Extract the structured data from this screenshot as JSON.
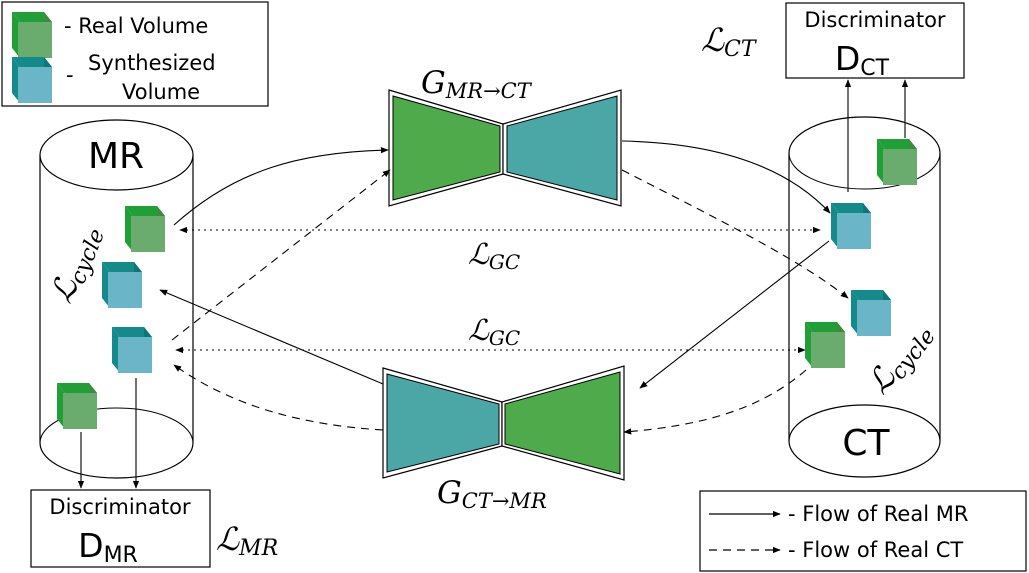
{
  "legend_volume": {
    "real_label": "- Real Volume",
    "synth_dash": "-",
    "synth_line1": "Synthesized",
    "synth_line2": "Volume"
  },
  "legend_flow": {
    "real_mr_label": "- Flow of Real MR",
    "real_ct_label": "- Flow of Real CT"
  },
  "domains": {
    "mr": "MR",
    "ct": "CT"
  },
  "generators": {
    "mr_to_ct": {
      "base": "G",
      "sub": "MR→CT"
    },
    "ct_to_mr": {
      "base": "G",
      "sub": "CT→MR"
    }
  },
  "discriminators": {
    "ct": {
      "title": "Discriminator",
      "base": "D",
      "sub": "CT"
    },
    "mr": {
      "title": "Discriminator",
      "base": "D",
      "sub": "MR"
    }
  },
  "losses": {
    "ct": {
      "base": "ℒ",
      "sub": "CT"
    },
    "mr": {
      "base": "ℒ",
      "sub": "MR"
    },
    "gc_top": {
      "base": "ℒ",
      "sub": "GC"
    },
    "gc_bottom": {
      "base": "ℒ",
      "sub": "GC"
    },
    "cycle_left": {
      "base": "ℒ",
      "sub": "cycle"
    },
    "cycle_right": {
      "base": "ℒ",
      "sub": "cycle"
    }
  },
  "colors": {
    "real_front": "#6aac6e",
    "real_top": "#1f9f36",
    "real_side": "#3f8a3c",
    "synth_front": "#6ab6c8",
    "synth_top": "#148a8a",
    "synth_side": "#0d7676",
    "generator_green": "#4faa4c",
    "generator_teal": "#4ba6a6"
  }
}
